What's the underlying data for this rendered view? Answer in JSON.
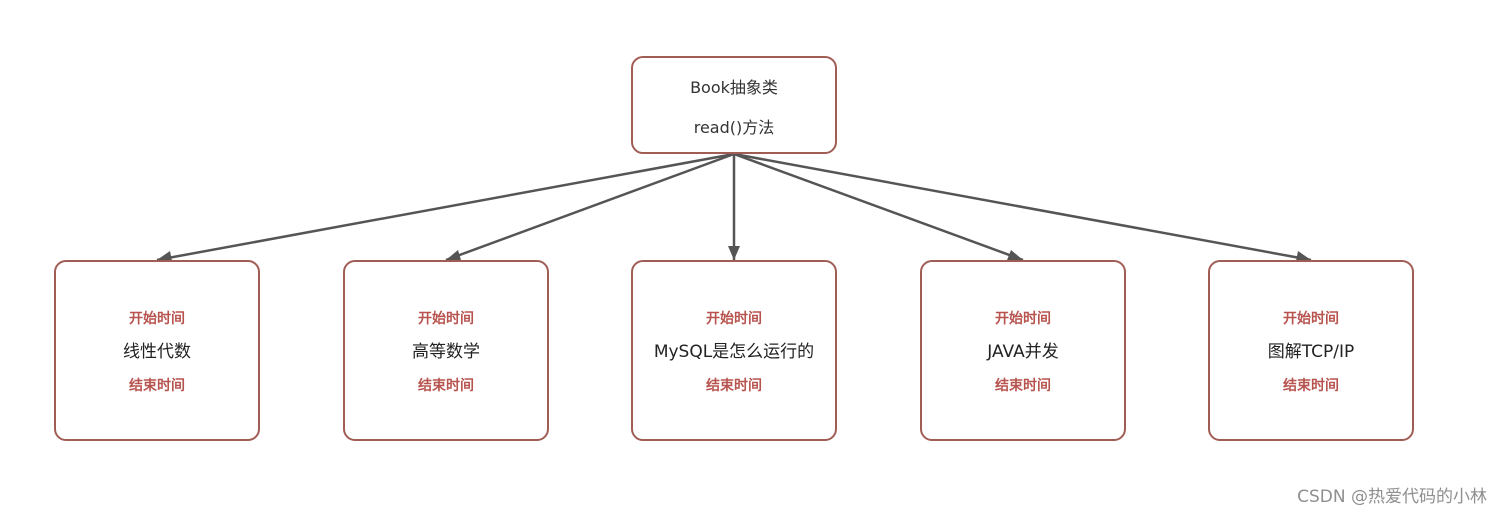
{
  "root": {
    "title": "Book抽象类",
    "method": "read()方法"
  },
  "children": [
    {
      "start": "开始时间",
      "name": "线性代数",
      "end": "结束时间"
    },
    {
      "start": "开始时间",
      "name": "高等数学",
      "end": "结束时间"
    },
    {
      "start": "开始时间",
      "name": "MySQL是怎么运行的",
      "end": "结束时间"
    },
    {
      "start": "开始时间",
      "name": "JAVA并发",
      "end": "结束时间"
    },
    {
      "start": "开始时间",
      "name": "图解TCP/IP",
      "end": "结束时间"
    }
  ],
  "watermark": "CSDN @热爱代码的小林",
  "colors": {
    "box_border": "#a05d55",
    "accent_text": "#b85450",
    "connector": "#555555"
  }
}
